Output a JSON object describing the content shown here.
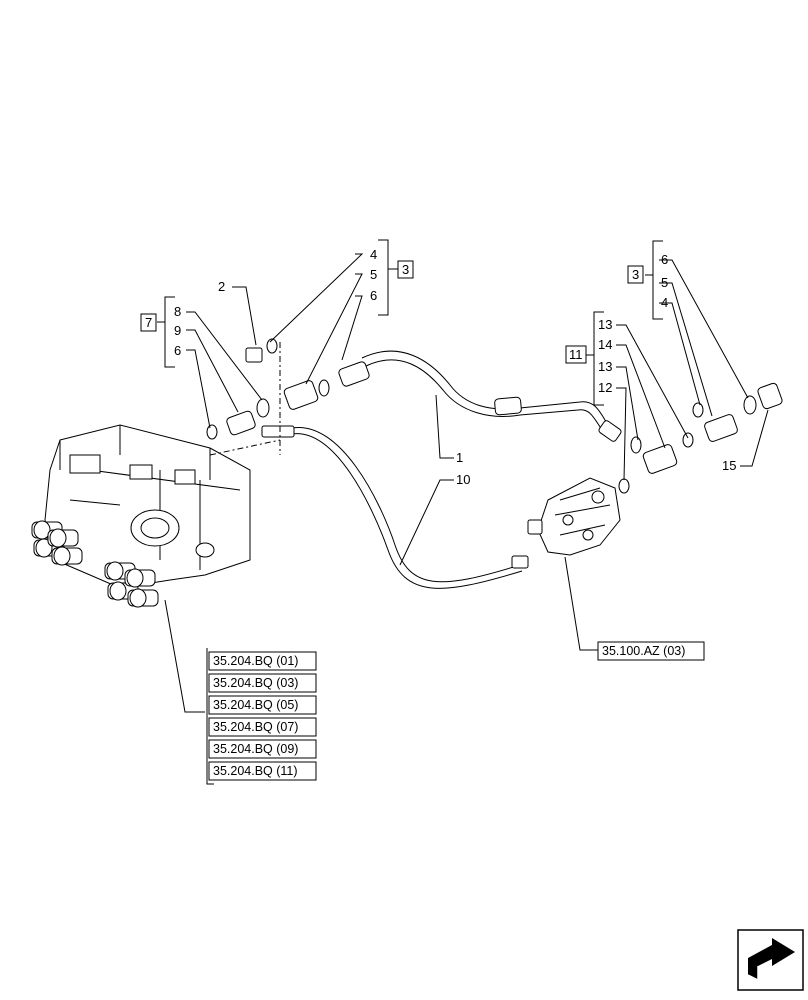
{
  "callouts": {
    "p1": "1",
    "p2": "2",
    "p10": "10",
    "p15": "15",
    "g3a": {
      "box": "3",
      "items": [
        "4",
        "5",
        "6"
      ]
    },
    "g3b": {
      "box": "3",
      "items": [
        "6",
        "5",
        "4"
      ]
    },
    "g7": {
      "box": "7",
      "items": [
        "8",
        "9",
        "6"
      ]
    },
    "g11": {
      "box": "11",
      "items": [
        "13",
        "14",
        "13",
        "12"
      ]
    }
  },
  "references": {
    "valve_block": [
      "35.204.BQ (01)",
      "35.204.BQ (03)",
      "35.204.BQ (05)",
      "35.204.BQ (07)",
      "35.204.BQ (09)",
      "35.204.BQ (11)"
    ],
    "distributor": "35.100.AZ (03)"
  },
  "nav_icon": "next-page-arrow-icon"
}
